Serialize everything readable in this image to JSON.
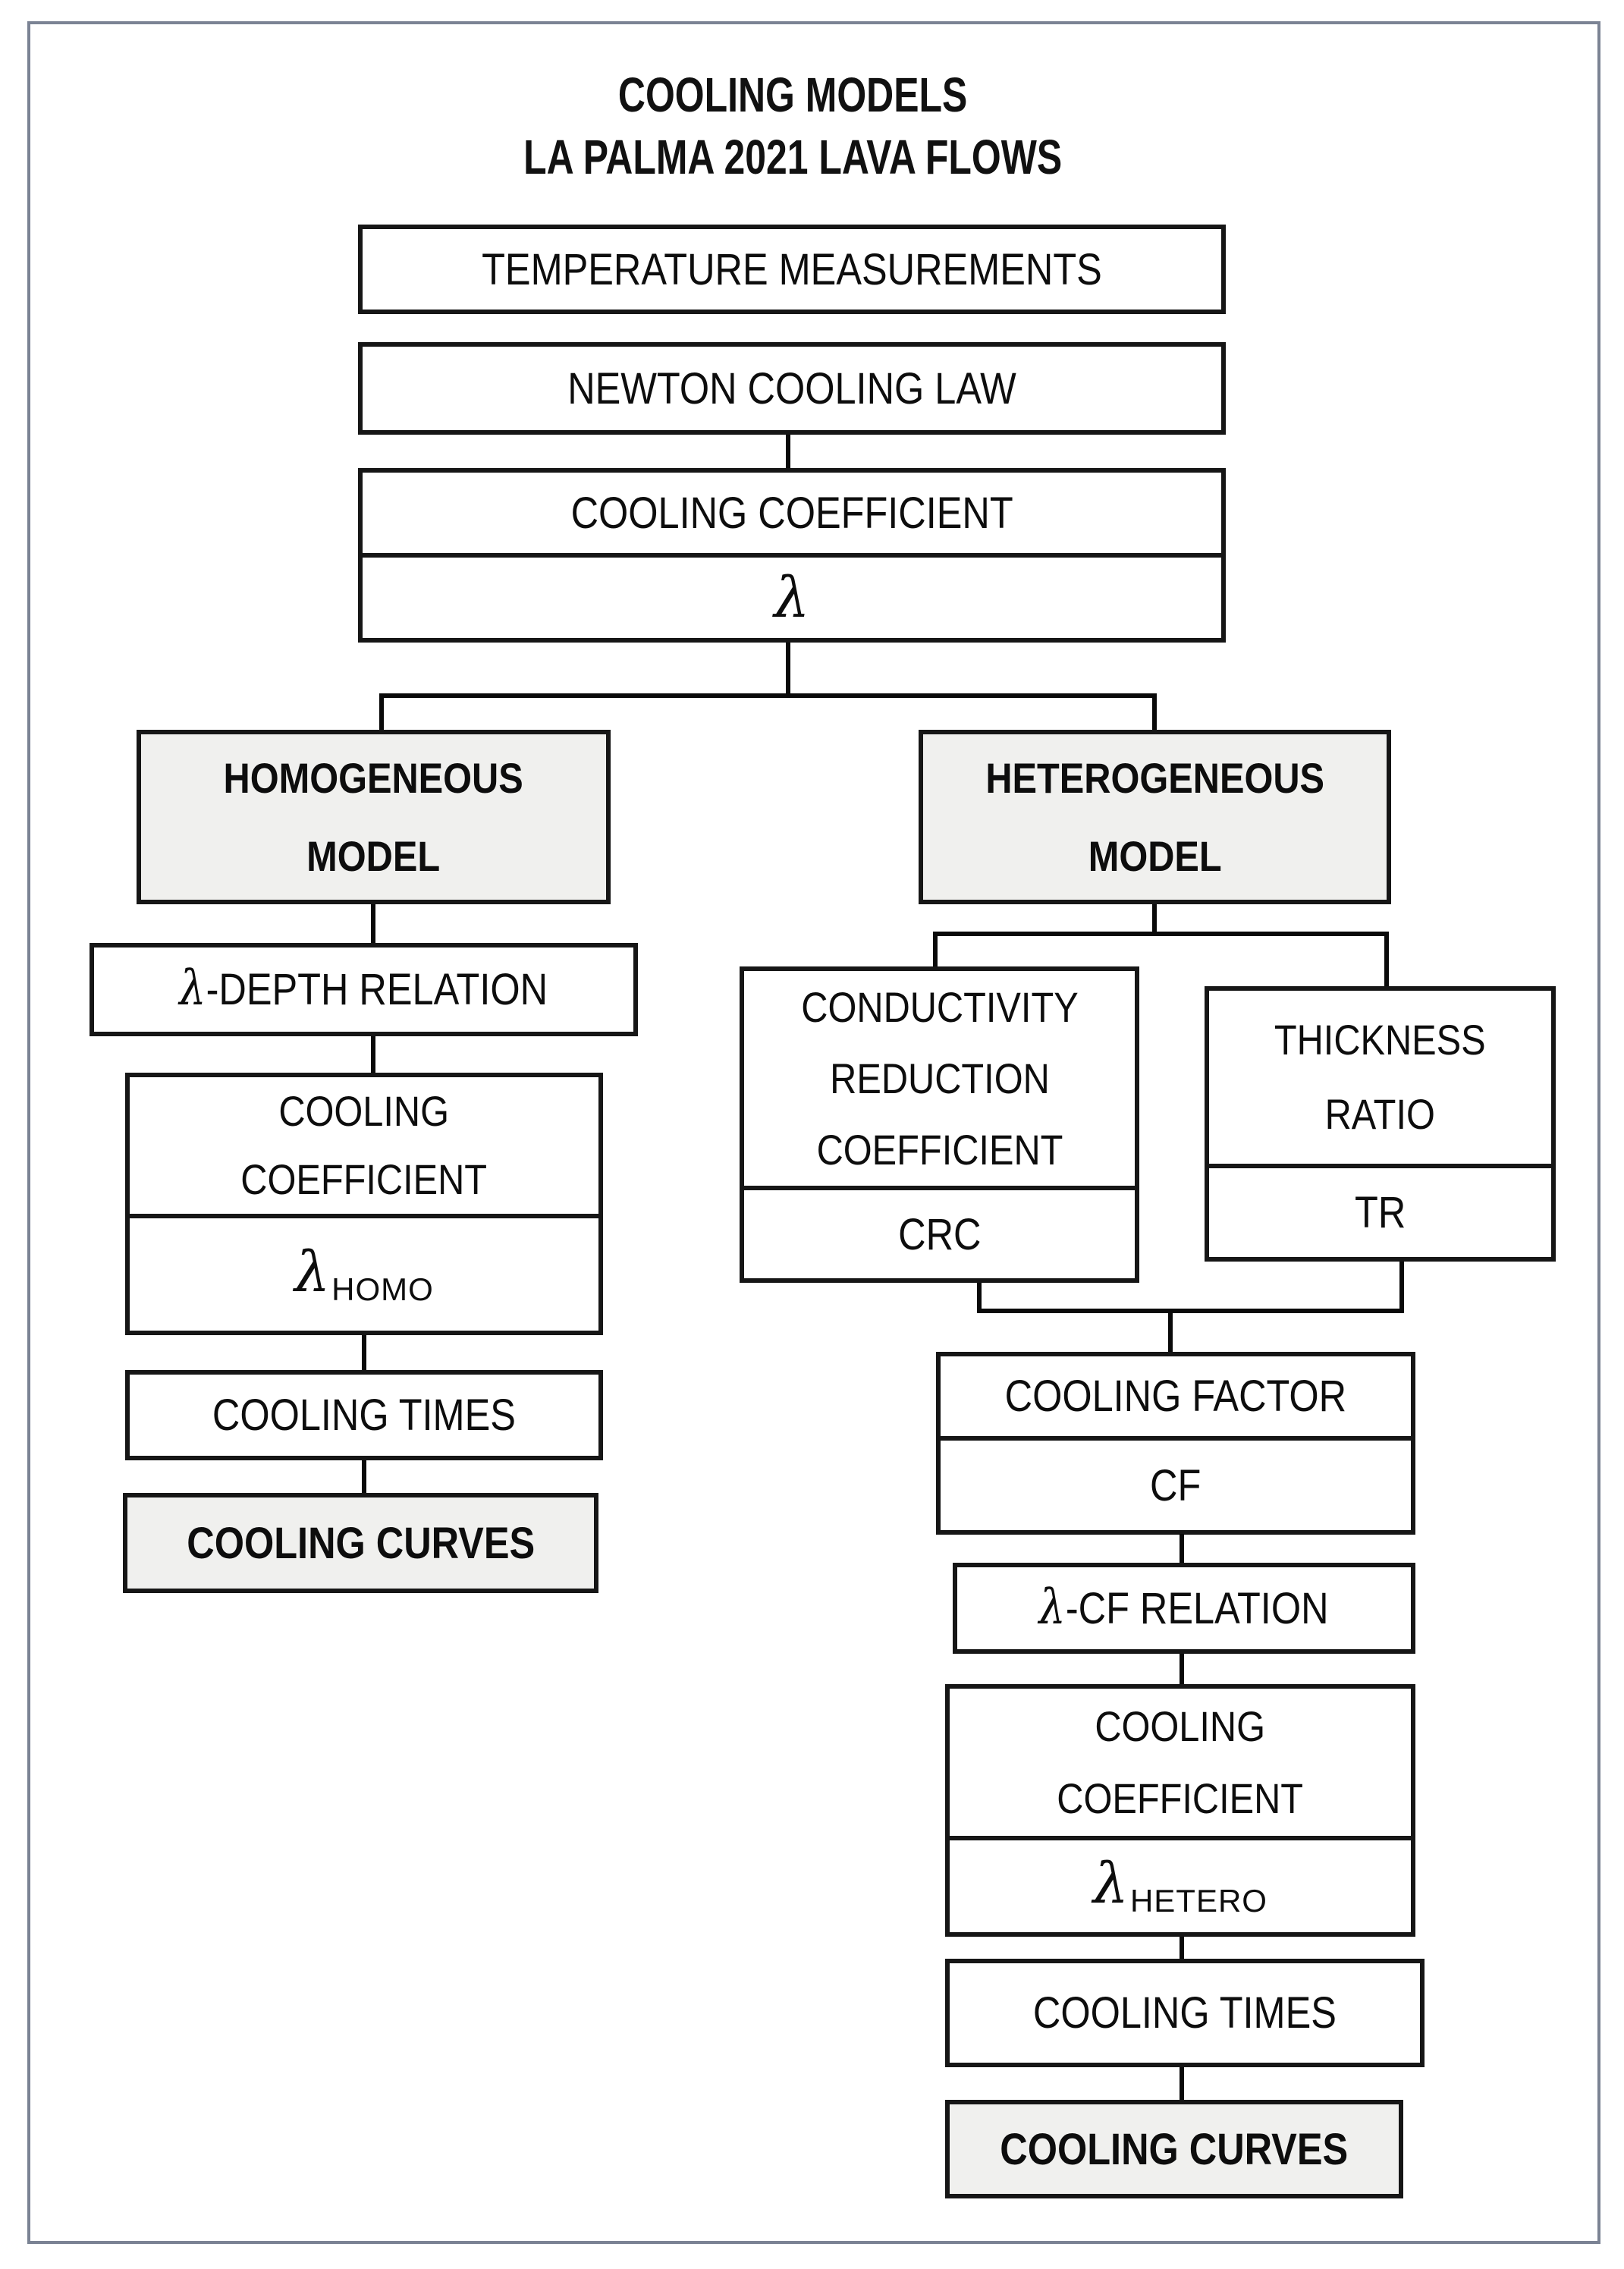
{
  "title": {
    "line1": "COOLING MODELS",
    "line2": "LA PALMA 2021 LAVA FLOWS"
  },
  "nodes": {
    "temperature": {
      "label": "TEMPERATURE MEASUREMENTS"
    },
    "newton": {
      "label": "NEWTON COOLING LAW"
    },
    "coefficient_root": {
      "label": "COOLING COEFFICIENT",
      "symbol": "λ"
    },
    "homogeneous": {
      "label": "HOMOGENEOUS\nMODEL"
    },
    "heterogeneous": {
      "label": "HETEROGENEOUS\nMODEL"
    },
    "lambda_depth": {
      "symbol": "λ",
      "label": "-DEPTH RELATION"
    },
    "coefficient_homo": {
      "label": "COOLING\nCOEFFICIENT",
      "symbol": "λ",
      "subscript": "HOMO"
    },
    "times_left": {
      "label": "COOLING TIMES"
    },
    "curves_left": {
      "label": "COOLING CURVES"
    },
    "conductivity": {
      "label": "CONDUCTIVITY\nREDUCTION\nCOEFFICIENT",
      "abbr": "CRC"
    },
    "thickness": {
      "label": "THICKNESS\nRATIO",
      "abbr": "TR"
    },
    "factor": {
      "label": "COOLING FACTOR",
      "abbr": "CF"
    },
    "lambda_cf": {
      "symbol": "λ",
      "label": "-CF RELATION"
    },
    "coefficient_hetero": {
      "label": "COOLING\nCOEFFICIENT",
      "symbol": "λ",
      "subscript": "HETERO"
    },
    "times_right": {
      "label": "COOLING TIMES"
    },
    "curves_right": {
      "label": "COOLING CURVES"
    }
  },
  "colors": {
    "box_border": "#161616",
    "connector": "#0a0a0a",
    "shaded_fill": "#f0f0ee",
    "page_border": "#7b8394",
    "text": "#0d0d0d"
  }
}
